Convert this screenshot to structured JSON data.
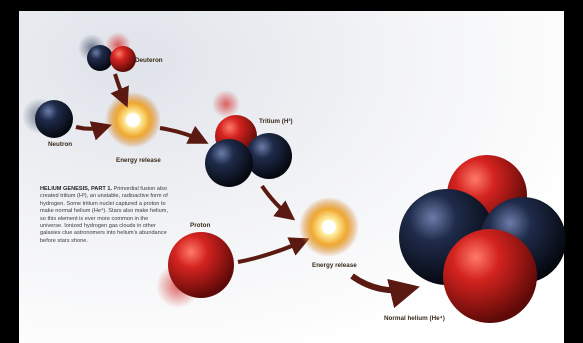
{
  "labels": {
    "deuteron": "Deuteron",
    "neutron": "Neutron",
    "energy_release_1": "Energy release",
    "tritium": "Tritium (H³)",
    "proton": "Proton",
    "energy_release_2": "Energy release",
    "helium": "Normal helium (He⁴)"
  },
  "caption": {
    "heading": "HELIUM GENESIS, PART 1.",
    "body": " Primordial fusion also created tritium (H³), an unstable, radioactive form of hydrogen. Some tritium nuclei captured a proton to make normal helium (He⁴). Stars also make helium, so this element is ever more common in the universe. Ionized hydrogen gas clouds in other galaxies clue astronomers into helium's abundance before stars shone."
  },
  "colors": {
    "proton": "#c41e1e",
    "neutron": "#1c2640",
    "arrow": "#5a1a12",
    "burst": "#f6c64a"
  }
}
